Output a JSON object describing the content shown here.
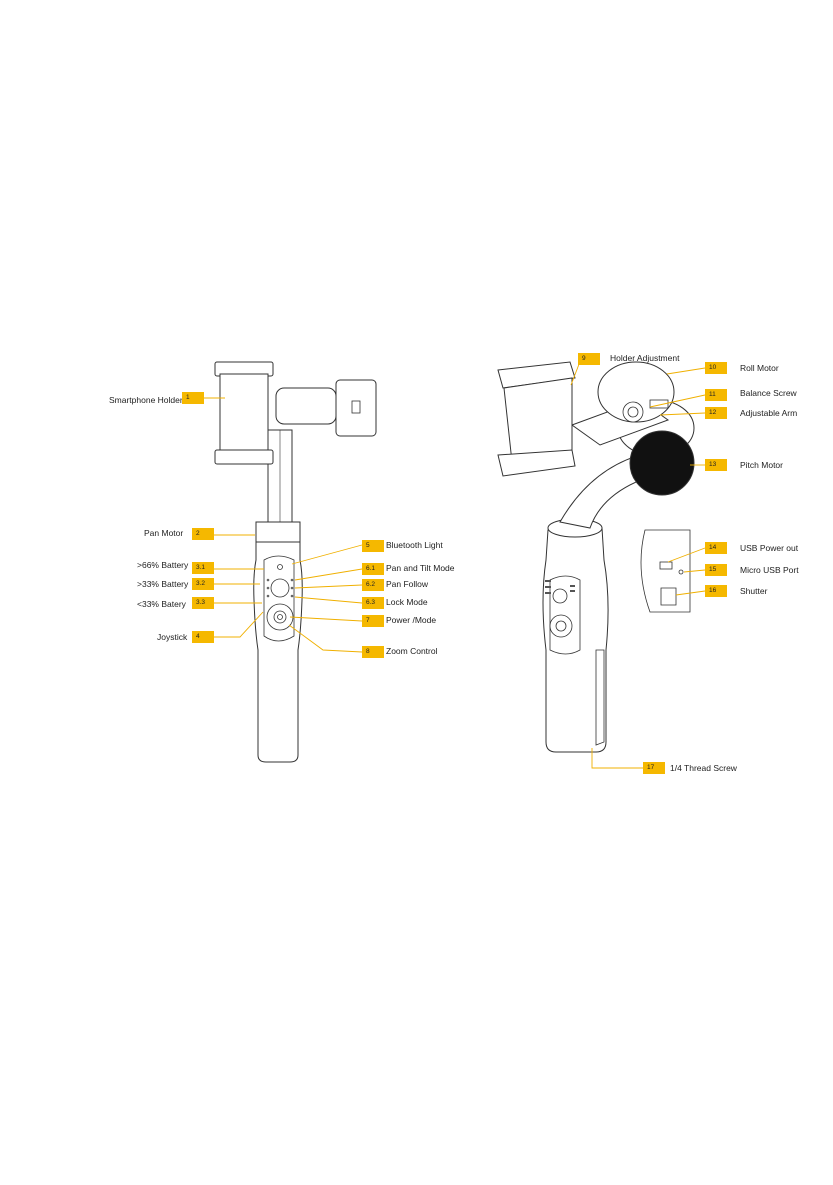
{
  "left_callouts": [
    {
      "num": "1",
      "label": "Smartphone Holder"
    },
    {
      "num": "2",
      "label": "Pan Motor"
    },
    {
      "num": "3.1",
      "label": ">66% Battery"
    },
    {
      "num": "3.2",
      "label": ">33% Battery"
    },
    {
      "num": "3.3",
      "label": "<33% Batery"
    },
    {
      "num": "4",
      "label": "Joystick"
    },
    {
      "num": "5",
      "label": "Bluetooth Light"
    },
    {
      "num": "6.1",
      "label": "Pan and Tilt Mode"
    },
    {
      "num": "6.2",
      "label": "Pan Follow"
    },
    {
      "num": "6.3",
      "label": "Lock Mode"
    },
    {
      "num": "7",
      "label": "Power /Mode"
    },
    {
      "num": "8",
      "label": "Zoom Control"
    }
  ],
  "right_callouts": [
    {
      "num": "9",
      "label": "Holder Adjustment"
    },
    {
      "num": "10",
      "label": "Roll Motor"
    },
    {
      "num": "11",
      "label": "Balance Screw"
    },
    {
      "num": "12",
      "label": "Adjustable Arm"
    },
    {
      "num": "13",
      "label": "Pitch Motor"
    },
    {
      "num": "14",
      "label": "USB Power out"
    },
    {
      "num": "15",
      "label": "Micro USB Port"
    },
    {
      "num": "16",
      "label": "Shutter"
    },
    {
      "num": "17",
      "label": "1/4 Thread Screw"
    }
  ],
  "colors": {
    "badge": "#f5b800",
    "leader": "#f0b000",
    "outline": "#333333"
  }
}
